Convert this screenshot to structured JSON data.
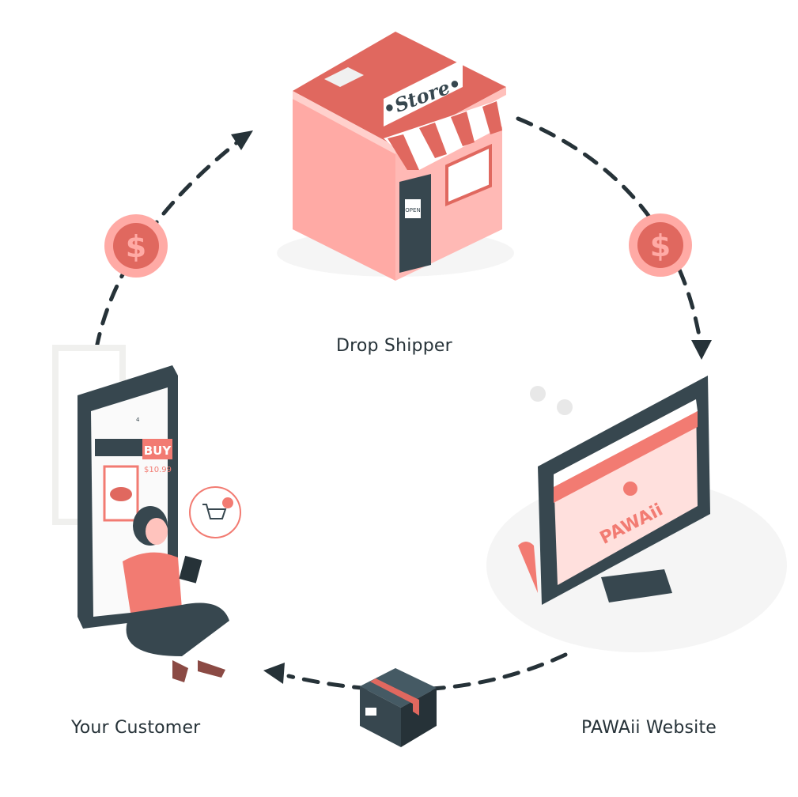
{
  "labels": {
    "drop_shipper": "Drop Shipper",
    "customer": "Your Customer",
    "website": "PAWAii Website"
  },
  "store": {
    "sign": "•Store•",
    "door_sign": "OPEN"
  },
  "phone": {
    "buy": "BUY",
    "price": "$10.99",
    "status": "4"
  },
  "monitor": {
    "brand": "PAWAii"
  },
  "coin_symbol": "$",
  "colors": {
    "accent": "#f27b72",
    "dark": "#37474f",
    "pink": "#ffaaa5"
  }
}
